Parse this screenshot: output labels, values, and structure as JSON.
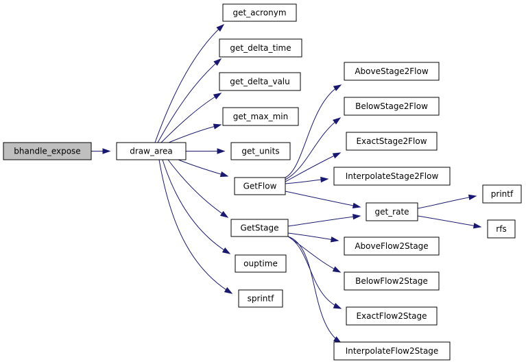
{
  "colors": {
    "edge": "#191970",
    "node_fill": "#ffffff",
    "root_fill": "#bfbfbf",
    "border": "#000000"
  },
  "nodes": {
    "bhandle_expose": "bhandle_expose",
    "draw_area": "draw_area",
    "get_acronym": "get_acronym",
    "get_delta_time": "get_delta_time",
    "get_delta_valu": "get_delta_valu",
    "get_max_min": "get_max_min",
    "get_units": "get_units",
    "GetFlow": "GetFlow",
    "GetStage": "GetStage",
    "ouptime": "ouptime",
    "sprintf": "sprintf",
    "AboveStage2Flow": "AboveStage2Flow",
    "BelowStage2Flow": "BelowStage2Flow",
    "ExactStage2Flow": "ExactStage2Flow",
    "InterpolateStage2Flow": "InterpolateStage2Flow",
    "get_rate": "get_rate",
    "AboveFlow2Stage": "AboveFlow2Stage",
    "BelowFlow2Stage": "BelowFlow2Stage",
    "ExactFlow2Stage": "ExactFlow2Stage",
    "InterpolateFlow2Stage": "InterpolateFlow2Stage",
    "printf": "printf",
    "rfs": "rfs"
  },
  "edges": [
    [
      "bhandle_expose",
      "draw_area"
    ],
    [
      "draw_area",
      "get_acronym"
    ],
    [
      "draw_area",
      "get_delta_time"
    ],
    [
      "draw_area",
      "get_delta_valu"
    ],
    [
      "draw_area",
      "get_max_min"
    ],
    [
      "draw_area",
      "get_units"
    ],
    [
      "draw_area",
      "GetFlow"
    ],
    [
      "draw_area",
      "GetStage"
    ],
    [
      "draw_area",
      "ouptime"
    ],
    [
      "draw_area",
      "sprintf"
    ],
    [
      "GetFlow",
      "AboveStage2Flow"
    ],
    [
      "GetFlow",
      "BelowStage2Flow"
    ],
    [
      "GetFlow",
      "ExactStage2Flow"
    ],
    [
      "GetFlow",
      "InterpolateStage2Flow"
    ],
    [
      "GetFlow",
      "get_rate"
    ],
    [
      "GetStage",
      "get_rate"
    ],
    [
      "GetStage",
      "AboveFlow2Stage"
    ],
    [
      "GetStage",
      "BelowFlow2Stage"
    ],
    [
      "GetStage",
      "ExactFlow2Stage"
    ],
    [
      "GetStage",
      "InterpolateFlow2Stage"
    ],
    [
      "get_rate",
      "printf"
    ],
    [
      "get_rate",
      "rfs"
    ]
  ]
}
